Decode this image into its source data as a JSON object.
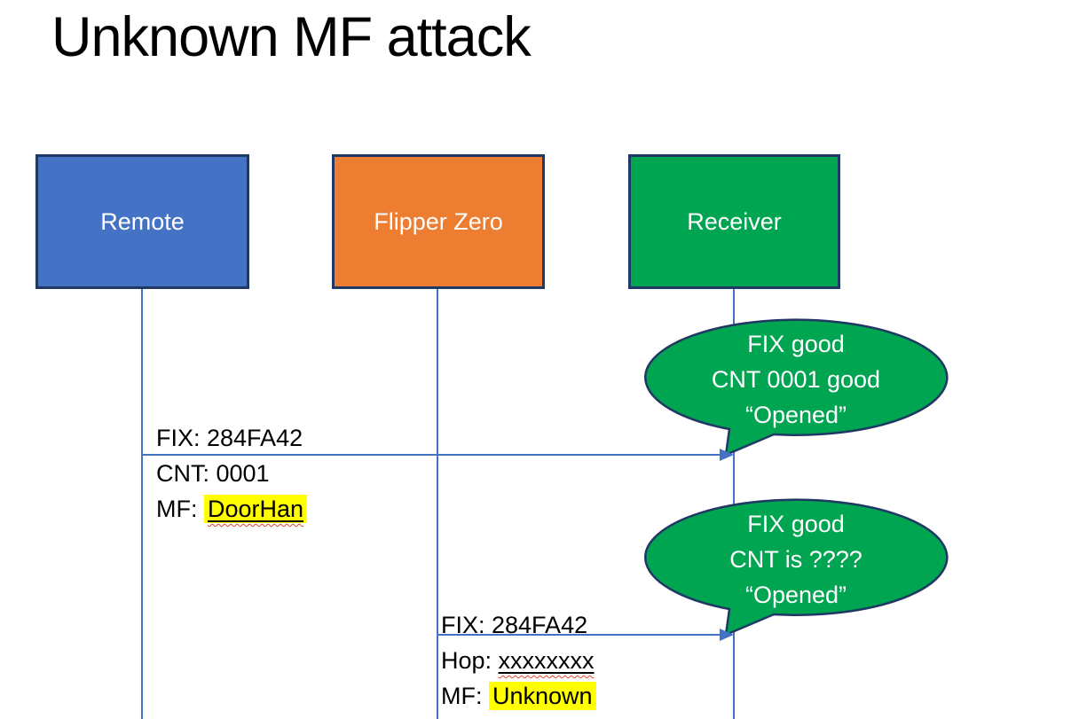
{
  "title": "Unknown MF attack",
  "actors": {
    "remote": {
      "label": "Remote",
      "color": "#4472C4"
    },
    "flipper": {
      "label": "Flipper Zero",
      "color": "#ED7D31"
    },
    "receiver": {
      "label": "Receiver",
      "color": "#00A551"
    }
  },
  "messages": {
    "remote_to_receiver": {
      "line1": "FIX: 284FA42",
      "line2": "CNT: 0001",
      "line3_prefix": "MF: ",
      "line3_value": "DoorHan"
    },
    "flipper_to_receiver": {
      "line1": "FIX: 284FA42",
      "line2_prefix": "Hop: ",
      "line2_value": "xxxxxxxx",
      "line3_prefix": "MF: ",
      "line3_value": "Unknown"
    }
  },
  "callouts": {
    "first": {
      "line1": "FIX good",
      "line2": "CNT 0001 good",
      "line3": "“Opened”"
    },
    "second": {
      "line1": "FIX good",
      "line2": "CNT is ????",
      "line3": "“Opened”"
    }
  },
  "colors": {
    "accent-blue": "#4472C4",
    "accent-orange": "#ED7D31",
    "accent-green": "#00A551",
    "border-navy": "#1F3864",
    "connector-blue": "#4472C4",
    "highlight-yellow": "#FFFF00",
    "spellcheck-red": "#E8432D"
  }
}
